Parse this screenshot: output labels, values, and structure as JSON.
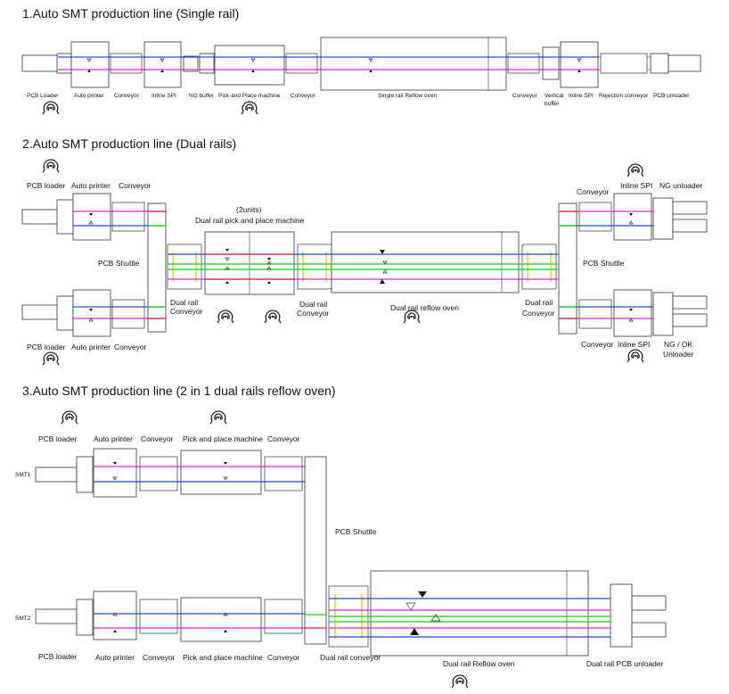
{
  "section1": {
    "title": "1.Auto SMT production line (Single rail)",
    "labels": {
      "pcb_loader": "PCB Loader",
      "auto_printer": "Auto printer",
      "conveyor_a": "Conveyor",
      "inline_spi": "Inline SPI",
      "ng_buffer": "NG buffer",
      "pick_place": "Pick and Place machine",
      "conveyor_b": "Conveyor",
      "reflow": "Single rail Reflow oven",
      "conveyor_c": "Conveyor",
      "vertical": "Vertical",
      "buffer": "buffer",
      "inline_spi_2": "Inline SPI",
      "rejection_conveyor": "Rejection conveyor",
      "pcb_unloader": "PCB unloader"
    }
  },
  "section2": {
    "title": "2.Auto SMT production line (Dual rails)",
    "labels": {
      "pcb_loader_top": "PCB loader",
      "auto_printer_top": "Auto printer",
      "conveyor_top": "Conveyor",
      "units": "(2units)",
      "pick_place": "Dual rail pick and place machine",
      "pcb_shuttle_left": "PCB Shuttle",
      "dual_rail_conveyor_1a": "Dual rail",
      "dual_rail_conveyor_1b": "Conveyor",
      "dual_rail_conveyor_2a": "Dual rail",
      "dual_rail_conveyor_2b": "Conveyor",
      "reflow": "Dual rail reflow oven",
      "dual_rail_conveyor_3a": "Dual rail",
      "dual_rail_conveyor_3b": "Conveyor",
      "pcb_loader_bottom": "PCB loader",
      "auto_printer_bottom": "Auto printer",
      "conveyor_bottom": "Conveyor",
      "conveyor_right_top": "Conveyor",
      "inline_spi_top": "Inline SPI",
      "ng_unloader": "NG unloader",
      "pcb_shuttle_right": "PCB Shuttle",
      "conveyor_right_bottom": "Conveyor",
      "inline_spi_bottom": "Inline SPI",
      "ng_ok": "NG / OK",
      "unloader": "Unloader"
    }
  },
  "section3": {
    "title": "3.Auto SMT production line (2 in 1 dual rails reflow oven)",
    "labels": {
      "pcb_loader_top": "PCB loader",
      "auto_printer_top": "Auto printer",
      "conveyor_top_1": "Conveyor",
      "pick_place_top": "Pick and place machine",
      "conveyor_top_2": "Conveyor",
      "smt1": "SMT1",
      "smt2": "SMT2",
      "pcb_shuttle": "PCB Shuttle",
      "pcb_loader_bottom": "PCB loader",
      "auto_printer_bottom": "Auto printer",
      "conveyor_bottom_1": "Conveyor",
      "pick_place_bottom": "Pick and place machine",
      "conveyor_bottom_2": "Conveyor",
      "dual_rail_conveyor": "Dual rail conveyor",
      "reflow": "Dual rail Reflow oven",
      "dual_rail_unloader": "Dual rail  PCB unloader"
    }
  },
  "colors": {
    "blue": "#1f4fd1",
    "magenta": "#e21ee2",
    "red": "#e8282a",
    "green": "#35d435",
    "yellow": "#e8d400"
  }
}
